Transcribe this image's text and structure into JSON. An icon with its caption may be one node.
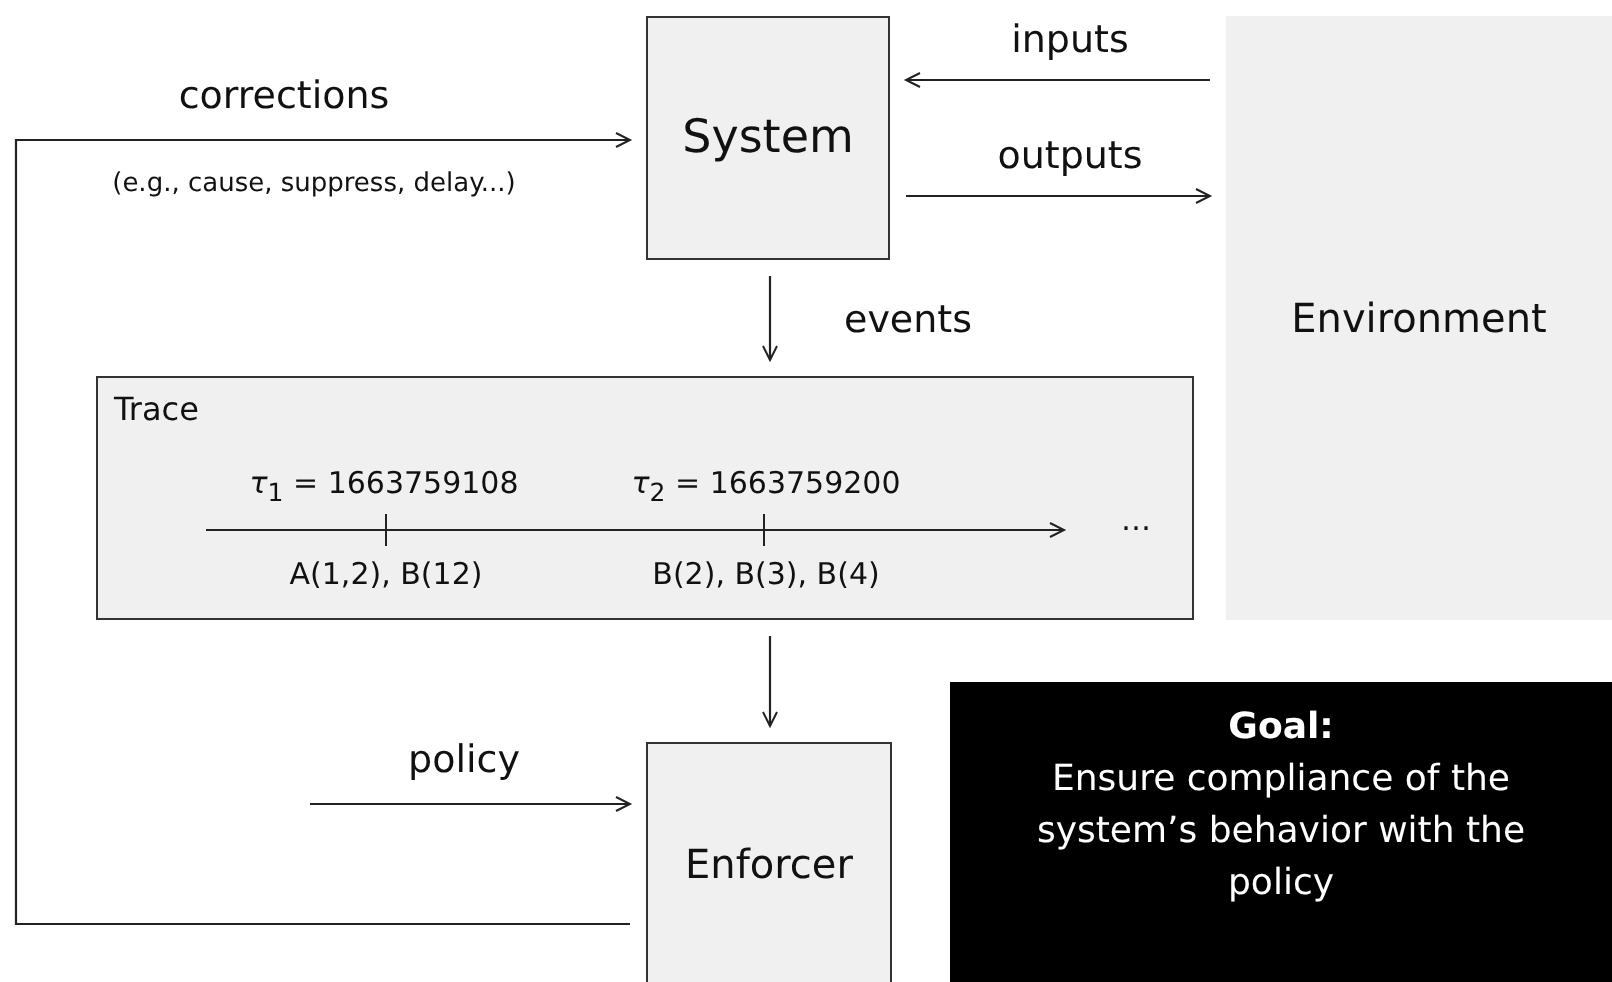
{
  "diagram": {
    "nodes": [
      {
        "text": [
          "System"
        ]
      },
      {
        "text": [
          "Environment"
        ]
      },
      {
        "text": [
          "Trace"
        ]
      },
      {
        "text": [
          "Enforcer"
        ]
      },
      {
        "text": [
          "Goal:",
          "Ensure compliance of the system’s behavior with the policy"
        ]
      }
    ],
    "edges": [
      {
        "from": 1,
        "to": 0,
        "arrow": "to",
        "label": "inputs"
      },
      {
        "from": 0,
        "to": 1,
        "arrow": "to",
        "label": "outputs"
      },
      {
        "from": 0,
        "to": 2,
        "arrow": "to",
        "label": "events"
      },
      {
        "from": 2,
        "to": 3,
        "arrow": "to"
      },
      {
        "from": null,
        "to": 3,
        "arrow": "to",
        "label": "policy"
      },
      {
        "from": 3,
        "to": 0,
        "arrow": "to",
        "label": "corrections"
      }
    ],
    "labels": [
      "(e.g., cause, suppress, delay...)",
      "*τ*$_{1}$ = 1663759108",
      "A(1,2), B(12)",
      "*τ*$_{2}$ = 1663759200",
      "B(2), B(3), B(4)",
      "…"
    ]
  }
}
